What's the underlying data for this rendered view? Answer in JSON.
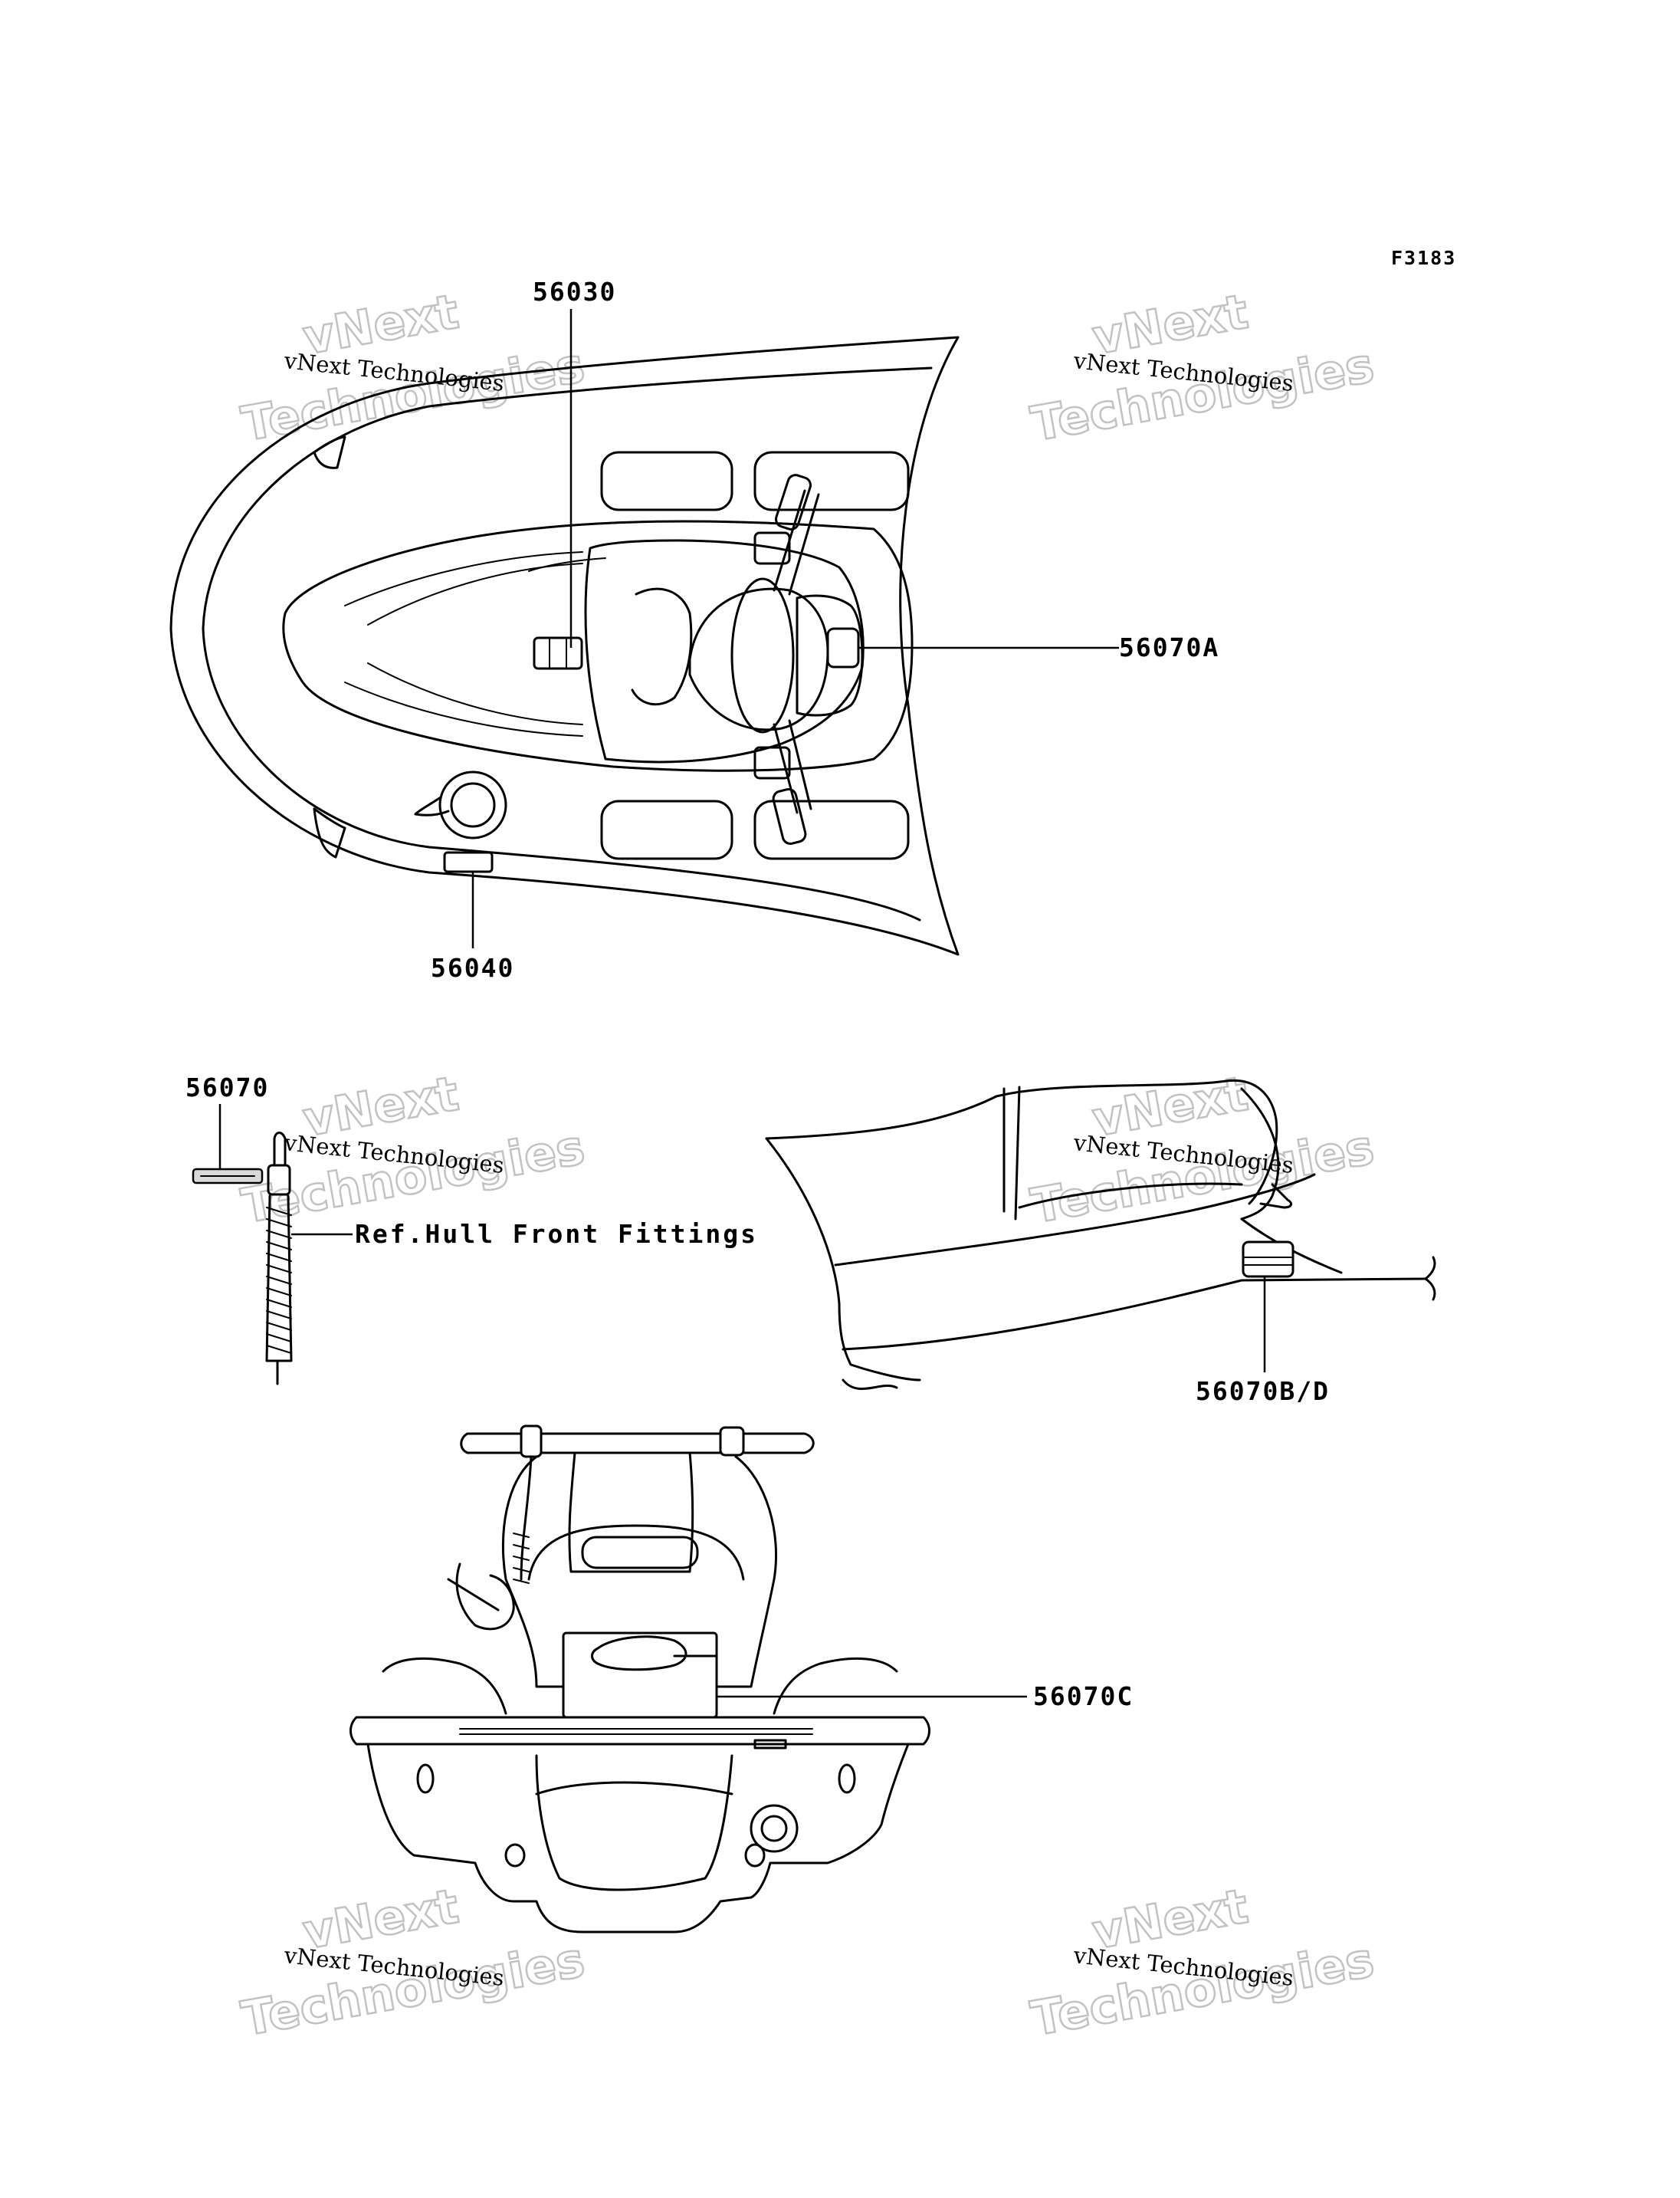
{
  "figure_id": "F3183",
  "callouts": {
    "c56030": "56030",
    "c56070A": "56070A",
    "c56040": "56040",
    "c56070": "56070",
    "ref_hull": "Ref.Hull Front Fittings",
    "c56070BD": "56070B/D",
    "c56070C": "56070C"
  },
  "watermark": {
    "line1": "vNext Technologies",
    "word1": "vNext",
    "word2": "Technologies"
  }
}
